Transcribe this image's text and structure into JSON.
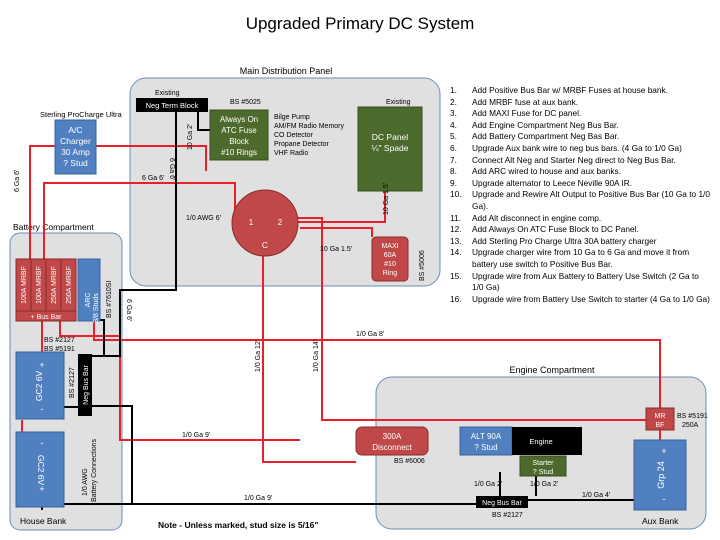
{
  "title": "Upgraded Primary DC System",
  "footer_note": "Note - Unless marked, stud size is 5/16\"",
  "panels": {
    "main": "Main Distribution Panel",
    "battery": "Battery Compartment",
    "engine": "Engine Compartment",
    "house_bank": "House Bank",
    "aux_bank": "Aux Bank"
  },
  "components": {
    "charger_title": "Sterling ProCharge Ultra",
    "charger": [
      "A/C",
      "Charger",
      "30 Amp",
      "? Stud"
    ],
    "neg_term_block": "Neg  Term Block",
    "existing_1": "Existing",
    "existing_2": "Existing",
    "bs_5025": "BS #5025",
    "atc_block": [
      "Always On",
      "ATC Fuse",
      "Block",
      "#10 Rings"
    ],
    "atc_loads": [
      "Bilge Pump",
      "AM/FM Radio Memory",
      "CO Detector",
      "Propane Detector",
      "VHF Radio"
    ],
    "dc_panel": [
      "DC Panel",
      "¼\" Spade"
    ],
    "switch_1": "1",
    "switch_2": "2",
    "switch_c": "C",
    "maxi_fuse": [
      "MAXI",
      "60A",
      "#10",
      "Ring"
    ],
    "bs_5006": "BS #5006",
    "mrbf": [
      "100A MRBF",
      "100A MRBF",
      "250A MRBF",
      "250A MRBF"
    ],
    "bus_bar_label": "+ Bus Bar",
    "arc": [
      "ARC",
      "3/8 Studs"
    ],
    "bs_7610si": "BS #7610SI",
    "bs_2127_a": "BS #2127",
    "bs_5191_a": "BS #5191",
    "bs_2127_b": "BS #2127",
    "neg_bus_bar_vert": "Neg Bus Bar",
    "gc2_top": "GC2 6V",
    "gc2_bottom": "GC2 6V",
    "house_plus": "+",
    "house_minus": "-",
    "house_plus_b": "+",
    "house_minus_b": "-",
    "battery_connections": [
      "1/0 AWG",
      "Battery Connections"
    ],
    "disconnect": [
      "300A",
      "Disconnect"
    ],
    "bs_6006": "BS #6006",
    "alt": [
      "ALT 90A",
      "? Stud"
    ],
    "engine": "Engine",
    "starter": [
      "Starter",
      "? Stud"
    ],
    "neg_bus_bar": "Neg  Bus Bar",
    "bs_2127_c": "BS #2127",
    "mrbf_engine": [
      "MR",
      "BF"
    ],
    "bs_5191_b": [
      "BS #5191",
      "250A"
    ],
    "grp24": "Grp 24",
    "aux_plus": "+",
    "aux_minus": "-"
  },
  "wire_labels": {
    "w1": "6 Ga 6'",
    "w2": "6 Ga 6'",
    "w3": "10 Ga 2'",
    "w4": "6 Ga 6'",
    "w5": "1/0 AWG 6'",
    "w6": "10 Ga 1.5'",
    "w7": "10 Ga 1.5'",
    "w8": "6 Ga 6'",
    "w9": "1/0 Ga 8'",
    "w10": "1/0 Ga 12'",
    "w11": "1/0 Ga 14'",
    "w12": "1/0 Ga 9'",
    "w13": "1/0 Ga 9'",
    "w14": "1/0 Ga 2'",
    "w15": "1/0 Ga 2'",
    "w16": "1/0 Ga 4'"
  },
  "notes": [
    {
      "num": "1.",
      "text": "Add Positive Bus Bar w/ MRBF Fuses at house bank."
    },
    {
      "num": "2.",
      "text": "Add MRBF fuse at aux bank."
    },
    {
      "num": "3.",
      "text": "Add MAXI Fuse for DC panel."
    },
    {
      "num": "4.",
      "text": "Add Engine Compartment Neg Bus Bar."
    },
    {
      "num": "5.",
      "text": "Add Battery Compartment Neg Bas Bar."
    },
    {
      "num": "6.",
      "text": "Upgrade Aux bank wire to neg bus bars. (4 Ga to 1/0 Ga)"
    },
    {
      "num": "7.",
      "text": "Connect Alt Neg and Starter Neg direct to Neg Bus Bar."
    },
    {
      "num": "8.",
      "text": "Add ARC wired to house and aux banks."
    },
    {
      "num": "9.",
      "text": "Upgrade alternator to Leece Neville 90A IR."
    },
    {
      "num": "10.",
      "text": "Upgrade and Rewire Alt Output to Positive Bus Bar (10 Ga to 1/0 Ga)."
    },
    {
      "num": "11.",
      "text": "Add Alt disconnect in engine comp."
    },
    {
      "num": "12.",
      "text": "Add Always On ATC Fuse Block to DC Panel."
    },
    {
      "num": "13.",
      "text": "Add Sterling Pro Charge Ultra 30A battery charger"
    },
    {
      "num": "14.",
      "text": "Upgrade charger wire from 10 Ga to 6 Ga and move it from battery use switch to Positive Bus Bar."
    },
    {
      "num": "15.",
      "text": "Upgrade wire from Aux Battery to Battery Use Switch (2 Ga to 1/0 Ga)"
    },
    {
      "num": "16.",
      "text": "Upgrade wire from Battery Use Switch to starter (4 Ga to 1/0 Ga)"
    }
  ],
  "colors": {
    "panel_bg": "#e0e0e0",
    "panel_border": "#6a8fb5",
    "blue_box": "#5080c0",
    "green_box": "#4c6a2c",
    "red_box": "#c04848",
    "black_box": "#000000",
    "pos_wire": "#e8202a",
    "neg_wire": "#000000"
  }
}
